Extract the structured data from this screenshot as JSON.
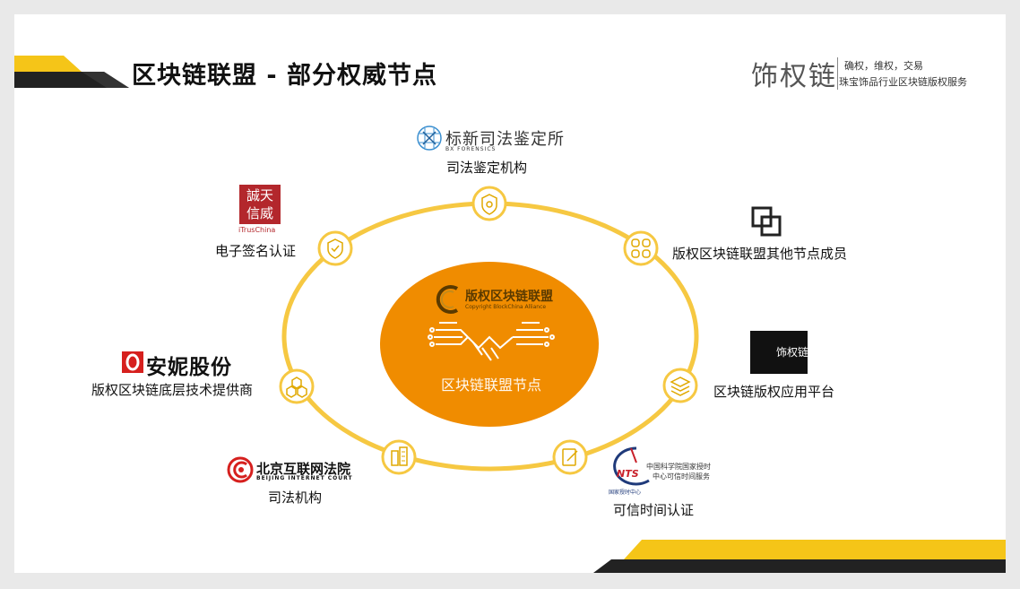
{
  "header": {
    "title": "区块链联盟 - 部分权威节点",
    "brand": {
      "name": "饰权链",
      "tagline_1": "确权，维权，交易",
      "tagline_2": "珠宝饰品行业区块链版权服务"
    }
  },
  "center": {
    "title": "版权区块链联盟",
    "subtitle": "Copyright BlockChina Alliance",
    "label": "区块链联盟节点"
  },
  "nodes": [
    {
      "id": "judicial-appraisal",
      "label": "司法鉴定机构",
      "logo_text": "标新司法鉴定所",
      "logo_sub": "BX FORENSICS",
      "icon": "shield-badge-icon"
    },
    {
      "id": "alliance-members",
      "label": "版权区块链联盟其他节点成员",
      "icon": "grid-nodes-icon"
    },
    {
      "id": "app-platform",
      "label": "区块链版权应用平台",
      "logo_text": "饰权链",
      "icon": "layers-icon"
    },
    {
      "id": "trusted-time",
      "label": "可信时间认证",
      "logo_text_1": "中国科学院国家授时",
      "logo_text_2": "中心可信时间服务",
      "logo_sub": "国家授时中心",
      "icon": "edit-document-icon"
    },
    {
      "id": "judicial",
      "label": "司法机构",
      "logo_text": "北京互联网法院",
      "logo_sub": "BEIJING INTERNET COURT",
      "icon": "building-icon"
    },
    {
      "id": "tech-provider",
      "label": "版权区块链底层技术提供商",
      "logo_text": "安妮股份",
      "icon": "hexagon-cluster-icon"
    },
    {
      "id": "e-signature",
      "label": "电子签名认证",
      "logo_text": "誠天信威",
      "logo_sub": "iTrusChina",
      "icon": "shield-check-icon"
    }
  ],
  "colors": {
    "accent_yellow": "#f5c518",
    "ring": "#f6c842",
    "center_fill": "#f08c00",
    "dark_bar": "#222222"
  }
}
